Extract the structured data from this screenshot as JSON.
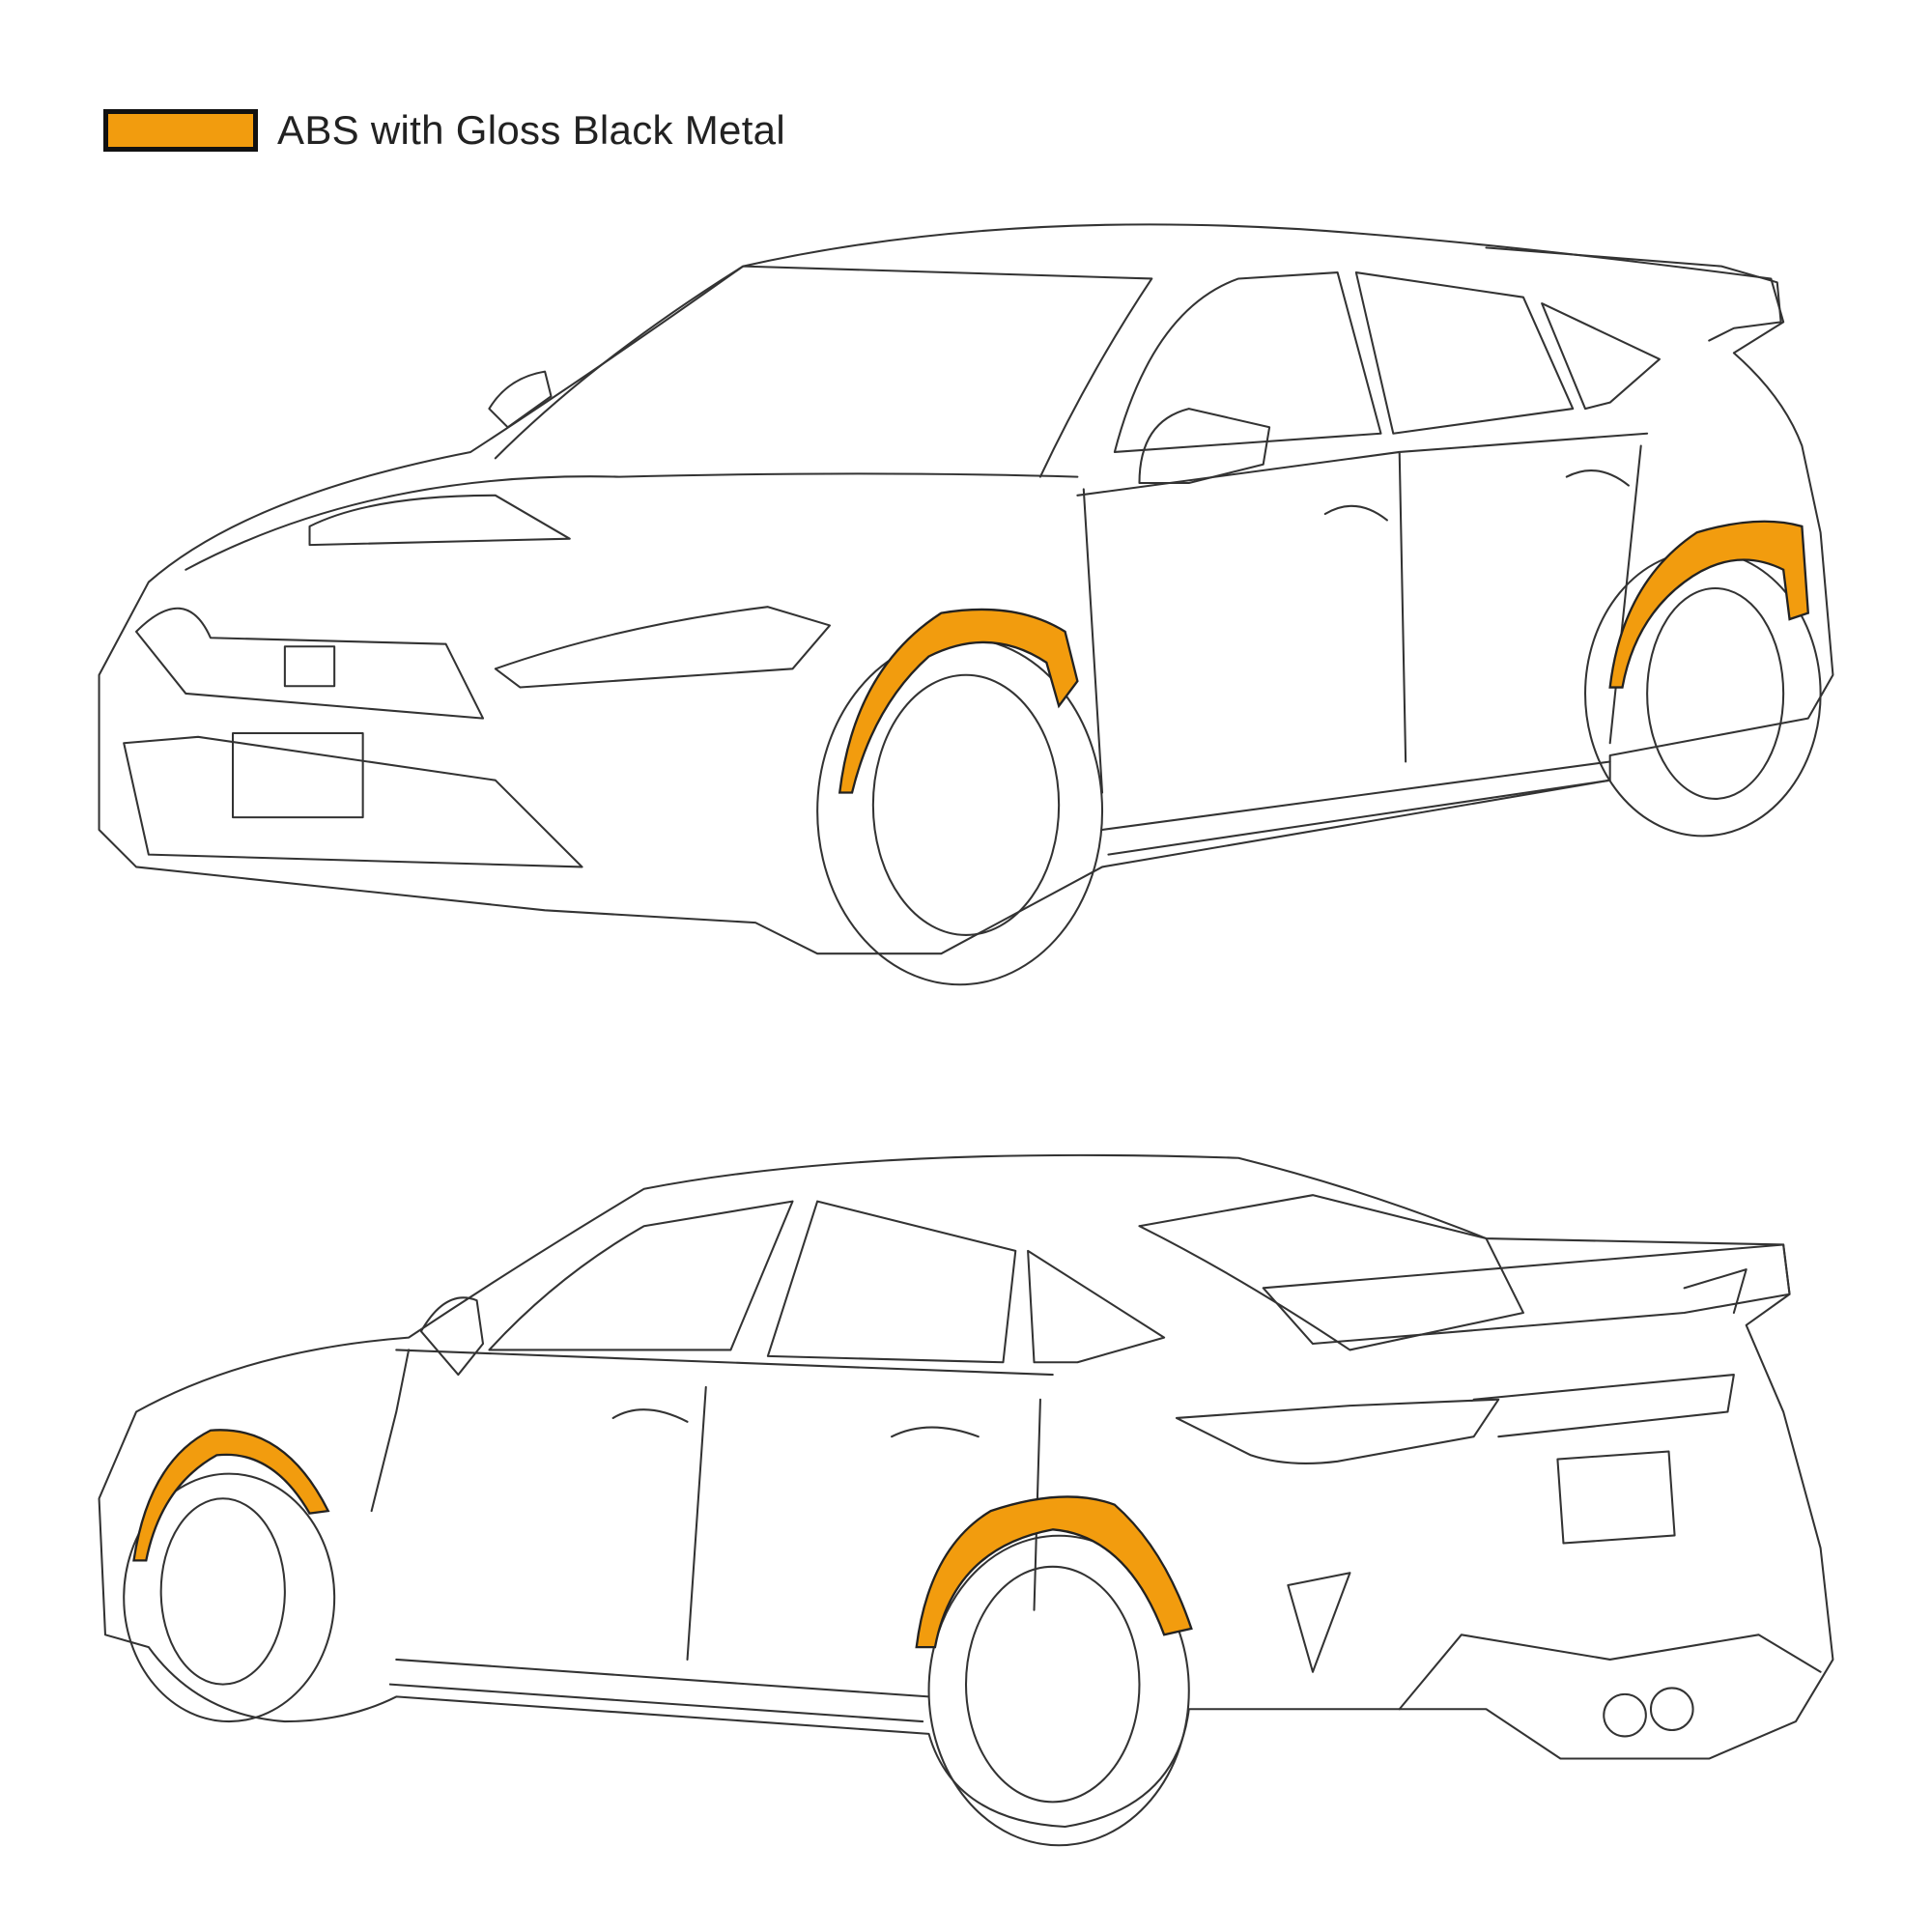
{
  "legend": {
    "label": "ABS with Gloss Black Metal",
    "swatch_color": "#F29C0E"
  },
  "views": [
    {
      "name": "front-three-quarter-view"
    },
    {
      "name": "rear-three-quarter-view"
    }
  ],
  "colors": {
    "line": "#333333",
    "flare": "#F29C0E",
    "background": "#FFFFFF"
  }
}
